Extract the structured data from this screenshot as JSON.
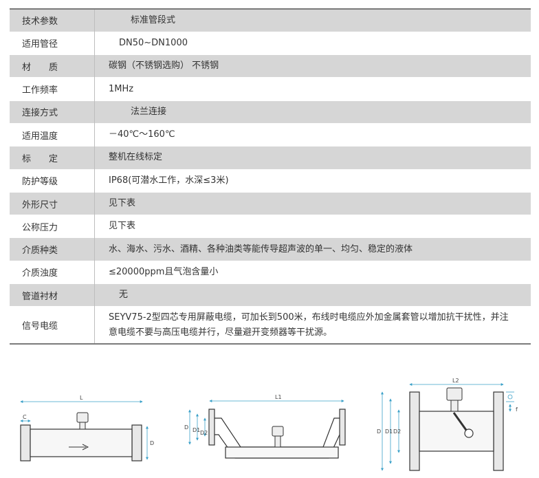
{
  "rows": [
    {
      "key": "技术参数",
      "value": "标准管段式"
    },
    {
      "key": "适用管径",
      "value": "DN50~DN1000"
    },
    {
      "key": "材　　质",
      "value": "碳钢（不锈钢选购） 不锈钢"
    },
    {
      "key": "工作频率",
      "value": "1MHz"
    },
    {
      "key": "连接方式",
      "value": "法兰连接"
    },
    {
      "key": "适用温度",
      "value": "－40℃～160℃"
    },
    {
      "key": "标　　定",
      "value": "整机在线标定"
    },
    {
      "key": "防护等级",
      "value": "IP68(可潜水工作，水深≤3米)"
    },
    {
      "key": "外形尺寸",
      "value": "见下表"
    },
    {
      "key": "公称压力",
      "value": "见下表"
    },
    {
      "key": "介质种类",
      "value": "水、海水、污水、酒精、各种油类等能传导超声波的单一、均匀、稳定的液体"
    },
    {
      "key": "介质浊度",
      "value": "≤20000ppm且气泡含量小"
    },
    {
      "key": "管道衬材",
      "value": "无"
    },
    {
      "key": "信号电缆",
      "value": "SEYV75-2型四芯专用屏蔽电缆，可加长到500米，布线时电缆应外加金属套管以增加抗干扰性，并注意电缆不要与高压电缆并行，尽量避开变频器等干扰源。"
    }
  ],
  "diagrams": {
    "d1": {
      "L": "L",
      "C": "C",
      "D": "D"
    },
    "d2": {
      "L1": "L1",
      "D": "D",
      "D1": "D1",
      "D2": "D2"
    },
    "d3": {
      "L2": "L2",
      "D": "D",
      "D1": "D1",
      "D2": "D2",
      "f": "f"
    }
  }
}
